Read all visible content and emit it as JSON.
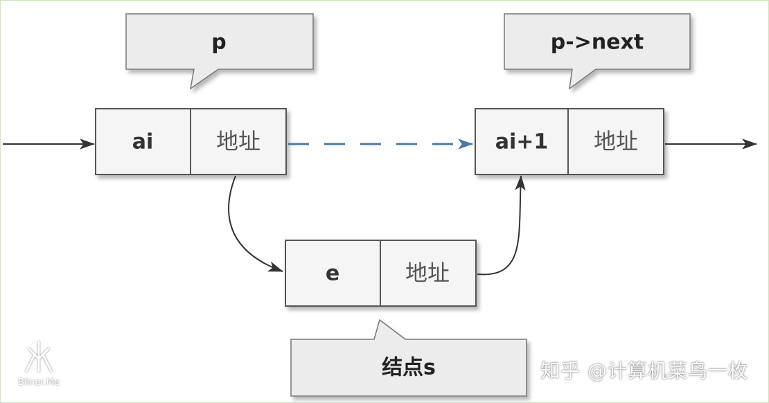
{
  "callouts": {
    "p": "p",
    "p_next": "p->next",
    "node_s": "结点s"
  },
  "nodes": {
    "ai": {
      "data": "ai",
      "addr": "地址"
    },
    "ai_plus_1": {
      "data": "ai+1",
      "addr": "地址"
    },
    "e": {
      "data": "e",
      "addr": "地址"
    }
  },
  "watermark": "知乎 @计算机菜鸟一枚",
  "logo": {
    "text": "Bliner.Me"
  },
  "colors": {
    "dashed_arrow": "#4a79a8",
    "arrow": "#333333",
    "box_border": "#555555",
    "box_fill": "#f5f5f5",
    "callout_fill": "#ececec"
  }
}
